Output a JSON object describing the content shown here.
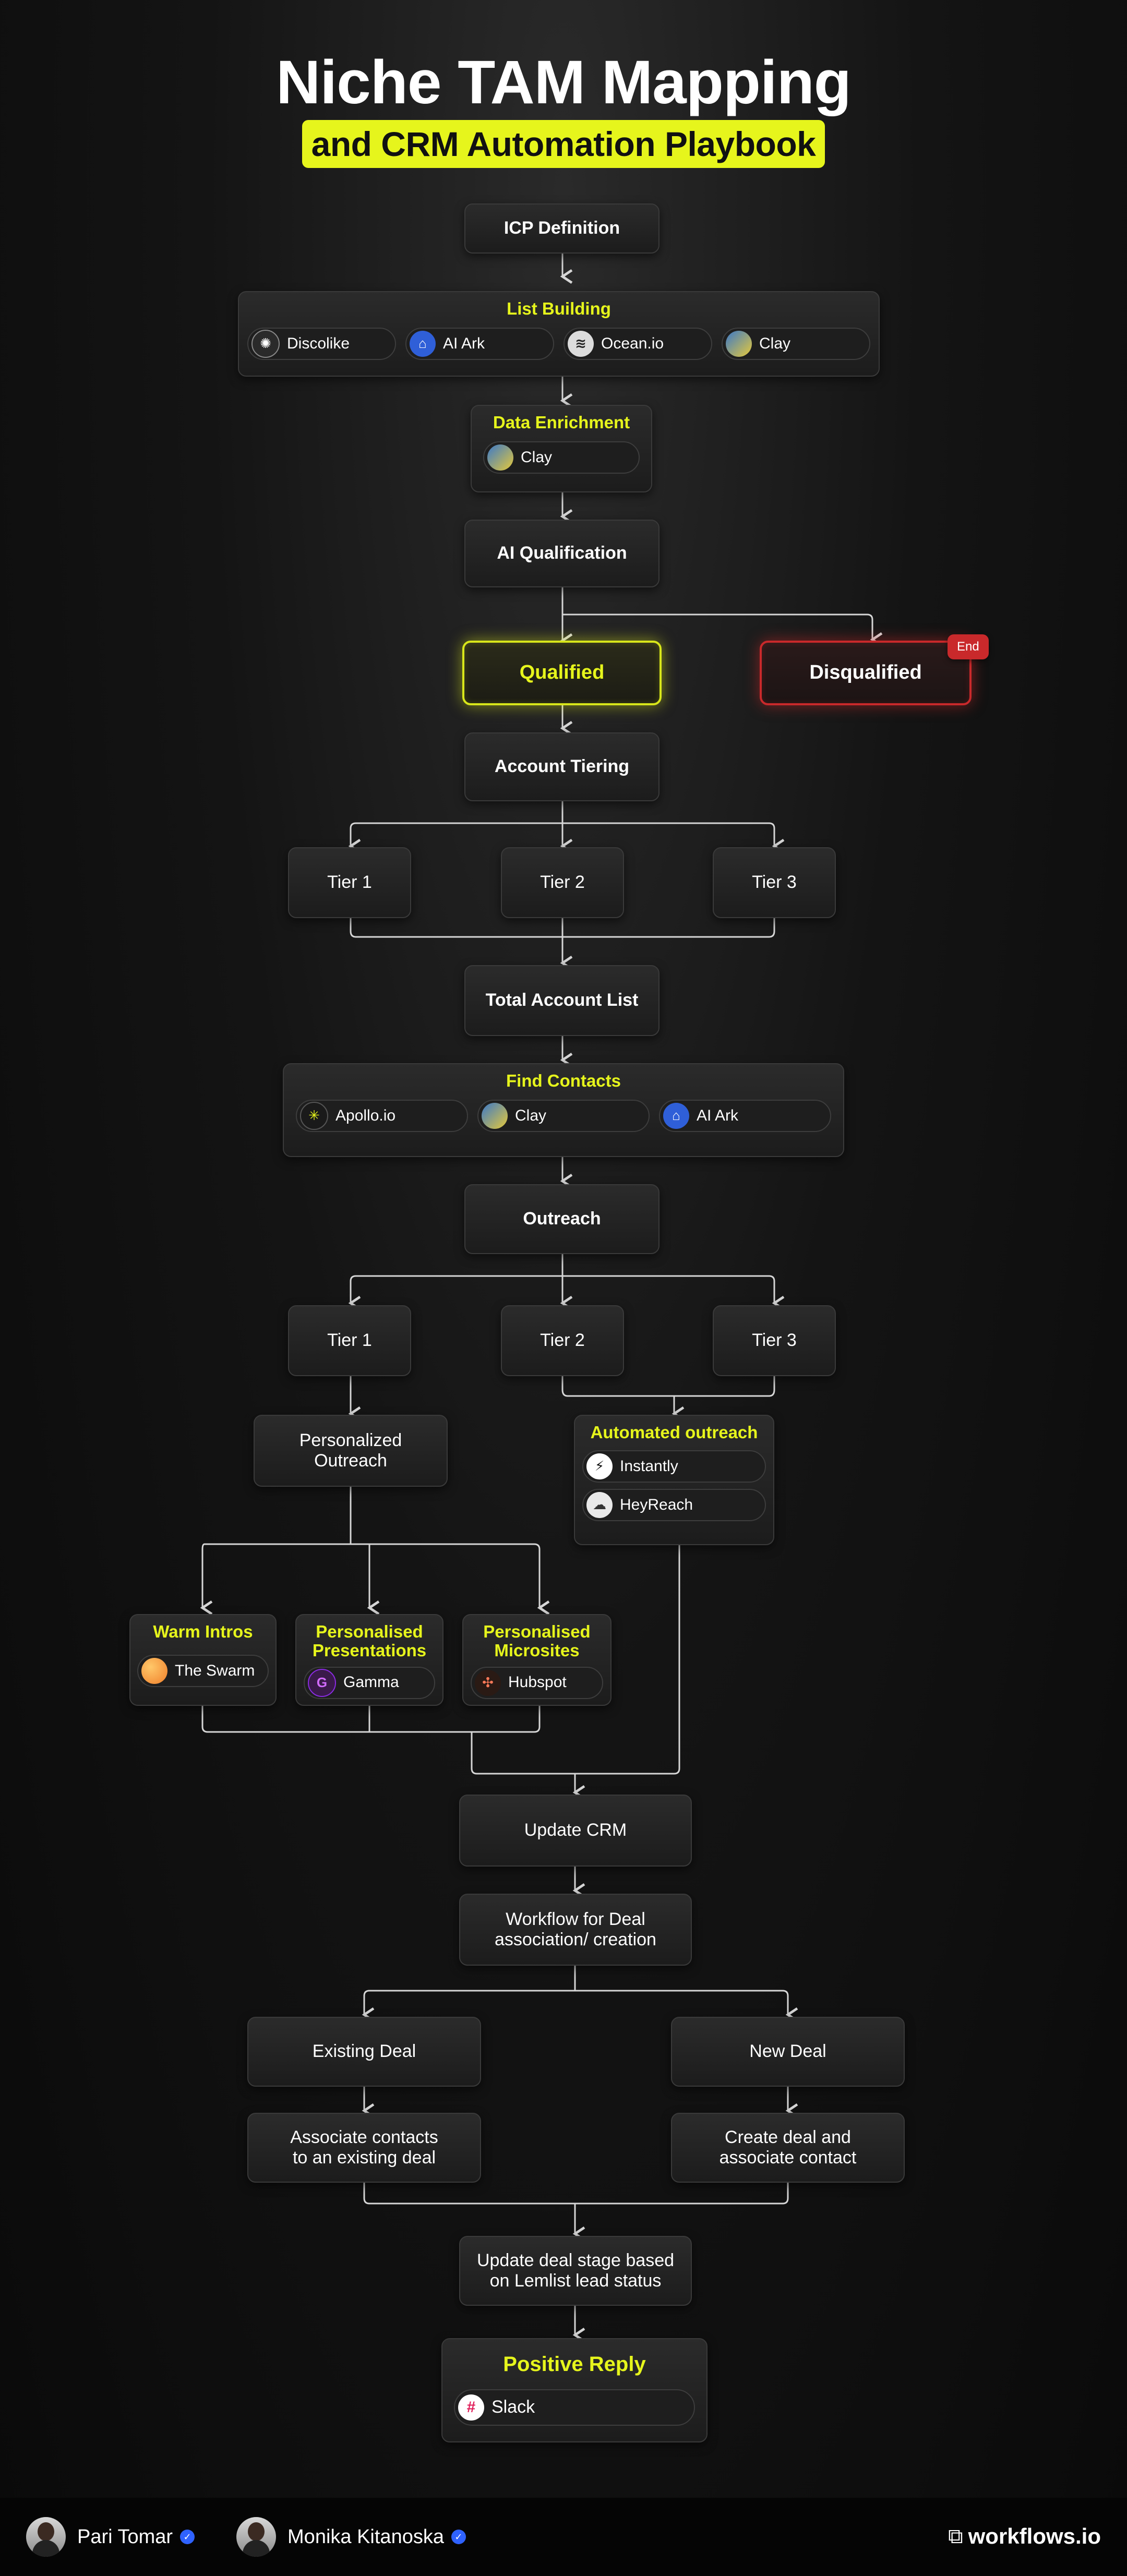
{
  "header": {
    "title": "Niche TAM Mapping",
    "subtitle": "and CRM Automation Playbook"
  },
  "nodes": {
    "icp": "ICP Definition",
    "list_building": {
      "title": "List Building",
      "tools": [
        {
          "label": "Discolike",
          "icon": "discolike-icon",
          "color": "#2a2a2a"
        },
        {
          "label": "AI Ark",
          "icon": "ai-ark-icon",
          "color": "#2f5fd8"
        },
        {
          "label": "Ocean.io",
          "icon": "ocean-io-icon",
          "color": "#dcdcdc"
        },
        {
          "label": "Clay",
          "icon": "clay-icon",
          "color": "#3a78c9"
        }
      ]
    },
    "data_enrichment": {
      "title": "Data Enrichment",
      "tools": [
        {
          "label": "Clay",
          "icon": "clay-icon",
          "color": "#3a78c9"
        }
      ]
    },
    "ai_qualification": "AI Qualification",
    "qualified": "Qualified",
    "disqualified": "Disqualified",
    "end_badge": "End",
    "account_tiering": "Account Tiering",
    "tier1": "Tier 1",
    "tier2": "Tier 2",
    "tier3": "Tier 3",
    "total_account_list": "Total Account List",
    "find_contacts": {
      "title": "Find Contacts",
      "tools": [
        {
          "label": "Apollo.io",
          "icon": "apollo-icon",
          "color": "#e6f51c"
        },
        {
          "label": "Clay",
          "icon": "clay-icon",
          "color": "#3a78c9"
        },
        {
          "label": "AI Ark",
          "icon": "ai-ark-icon",
          "color": "#2f5fd8"
        }
      ]
    },
    "outreach": "Outreach",
    "personalized_outreach": "Personalized\nOutreach",
    "automated_outreach": {
      "title": "Automated outreach",
      "tools": [
        {
          "label": "Instantly",
          "icon": "instantly-icon",
          "color": "#ffffff"
        },
        {
          "label": "HeyReach",
          "icon": "heyreach-icon",
          "color": "#e9e9e9"
        }
      ]
    },
    "warm_intros": {
      "title": "Warm Intros",
      "tools": [
        {
          "label": "The Swarm",
          "icon": "the-swarm-icon",
          "color": "#f29a3a"
        }
      ]
    },
    "presentations": {
      "title": "Personalised\nPresentations",
      "tools": [
        {
          "label": "Gamma",
          "icon": "gamma-icon",
          "color": "#8a2be2"
        }
      ]
    },
    "microsites": {
      "title": "Personalised\nMicrosites",
      "tools": [
        {
          "label": "Hubspot",
          "icon": "hubspot-icon",
          "color": "#ff7a59"
        }
      ]
    },
    "update_crm": "Update CRM",
    "workflow_deal": "Workflow for Deal\nassociation/ creation",
    "existing_deal": "Existing Deal",
    "new_deal": "New Deal",
    "associate_contacts": "Associate contacts\nto an existing deal",
    "create_deal": "Create deal and\nassociate contact",
    "update_stage": "Update deal stage based\non Lemlist lead status",
    "positive_reply": {
      "title": "Positive Reply",
      "tools": [
        {
          "label": "Slack",
          "icon": "slack-icon",
          "color": "#ffffff"
        }
      ]
    }
  },
  "footer": {
    "people": [
      {
        "name": "Pari Tomar",
        "icon": "verified-icon"
      },
      {
        "name": "Monika Kitanoska",
        "icon": "verified-icon"
      }
    ],
    "brand": "workflows.io"
  },
  "colors": {
    "accent": "#e6f51c",
    "danger": "#c9292b",
    "connector": "#d6d6d6"
  }
}
